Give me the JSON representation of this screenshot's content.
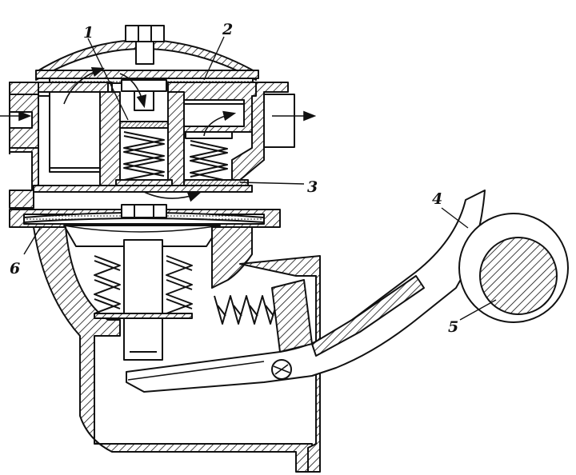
{
  "colors": {
    "ink": "#111111",
    "paper": "#ffffff"
  },
  "callouts": {
    "c1": "1",
    "c2": "2",
    "c3": "3",
    "c4": "4",
    "c5": "5",
    "c6": "6"
  }
}
